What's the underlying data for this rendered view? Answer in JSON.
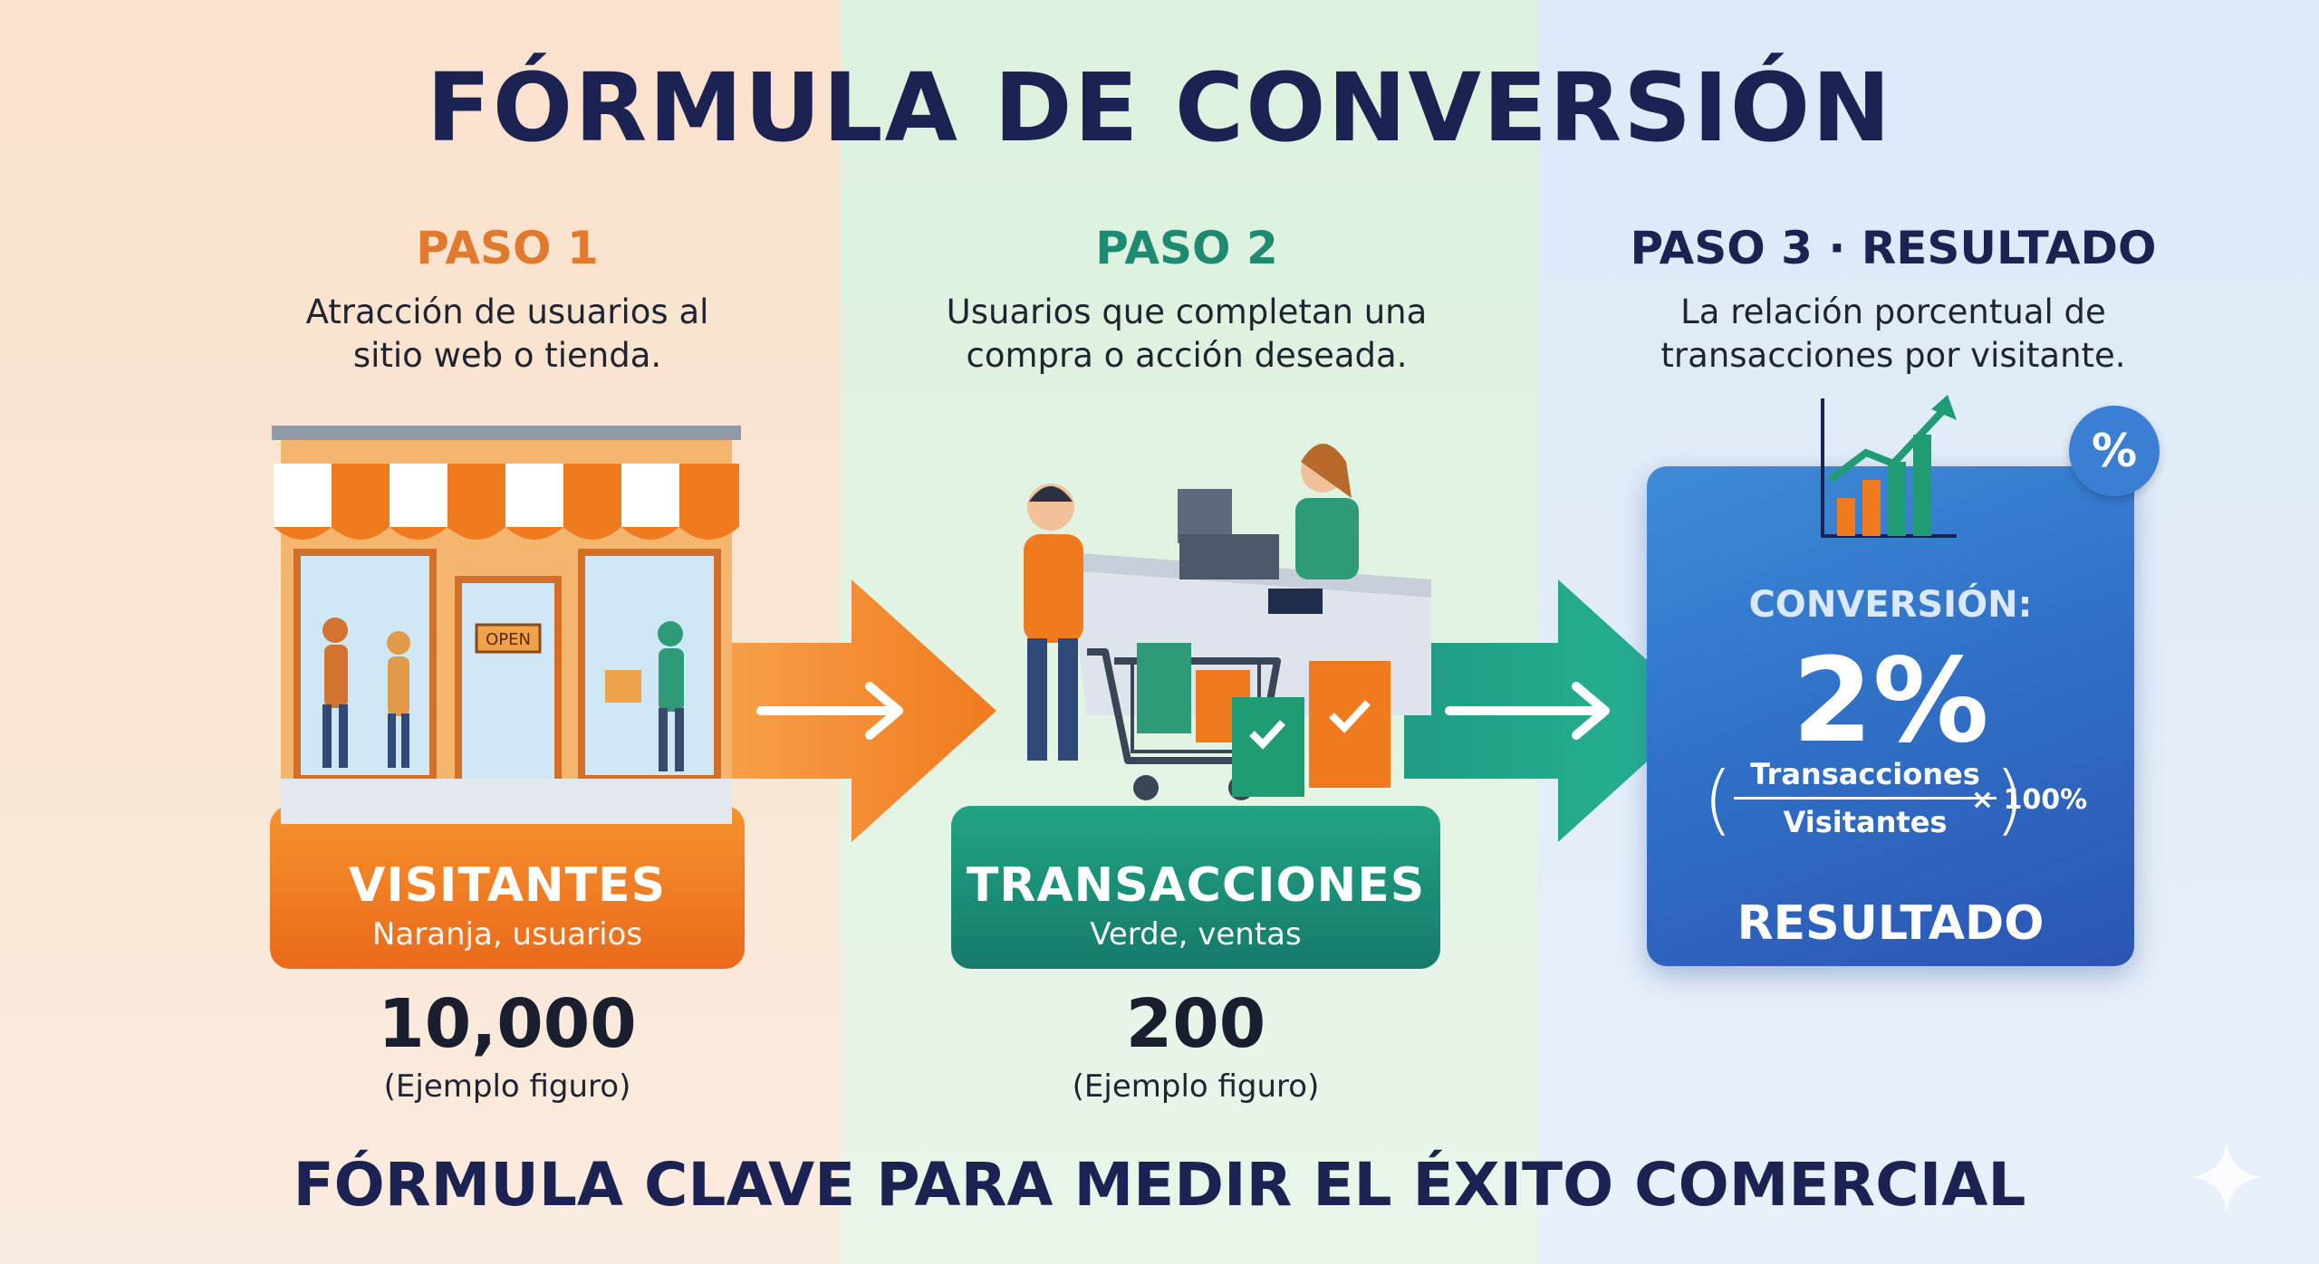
{
  "title": "FÓRMULA DE CONVERSIÓN",
  "footer": "FÓRMULA CLAVE PARA MEDIR EL ÉXITO COMERCIAL",
  "colors": {
    "orange": "#f07a26",
    "green": "#1f8a72",
    "blue": "#2f6fc6",
    "navy": "#1c2352"
  },
  "steps": [
    {
      "step": "PASO 1",
      "description_line1": "Atracción de usuarios al",
      "description_line2": "sitio web o tienda.",
      "label": "VISITANTES",
      "sublabel": "Naranja, usuarios",
      "value": "10,000",
      "note": "(Ejemplo figuro)",
      "sign_text": "OPEN"
    },
    {
      "step": "PASO 2",
      "description_line1": "Usuarios que completan una",
      "description_line2": "compra o acción deseada.",
      "label": "TRANSACCIONES",
      "sublabel": "Verde, ventas",
      "value": "200",
      "note": "(Ejemplo figuro)"
    },
    {
      "step": "PASO 3 · RESULTADO",
      "description_line1": "La relación porcentual de",
      "description_line2": "transacciones por visitante.",
      "conversion_label": "CONVERSIÓN:",
      "conversion_value": "2%",
      "numerator": "Transacciones",
      "denominator": "Visitantes",
      "multiplier": "× 100%",
      "label": "RESULTADO",
      "badge": "%"
    }
  ],
  "icons": [
    "storefront-icon",
    "checkout-counter-icon",
    "growth-chart-icon",
    "percent-badge-icon",
    "sparkle-icon"
  ]
}
